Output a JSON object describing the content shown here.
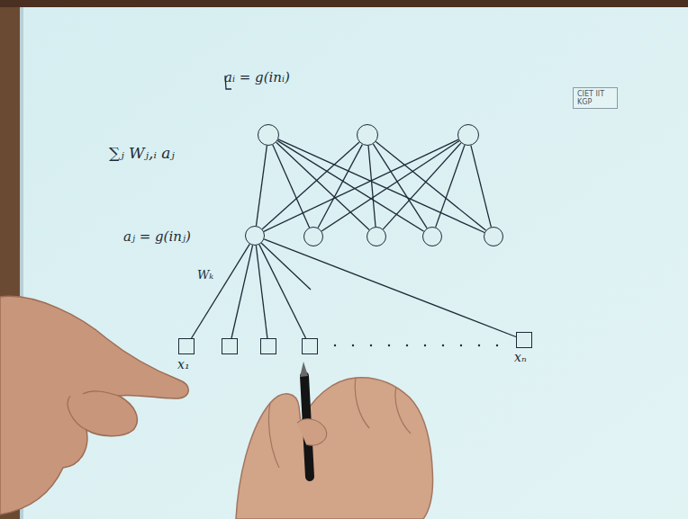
{
  "diagram": {
    "nodes": [
      {
        "text": [
          "CIET IIT KGP"
        ]
      },
      {
        "text": [
          "aᵢ = g(inᵢ)"
        ]
      },
      {
        "text": []
      },
      {
        "text": []
      },
      {
        "text": [
          "aⱼ = g(inⱼ)"
        ]
      },
      {
        "text": []
      },
      {
        "text": []
      },
      {
        "text": []
      },
      {
        "text": []
      },
      {
        "text": [
          "x₁"
        ]
      },
      {
        "text": []
      },
      {
        "text": []
      },
      {
        "text": []
      },
      {
        "text": [
          "xₙ"
        ]
      }
    ],
    "edges": [
      {
        "from": 4,
        "to": 1,
        "arrow": "none"
      },
      {
        "from": 4,
        "to": 2,
        "arrow": "none"
      },
      {
        "from": 4,
        "to": 3,
        "arrow": "none"
      },
      {
        "from": 5,
        "to": 1,
        "arrow": "none"
      },
      {
        "from": 5,
        "to": 2,
        "arrow": "none"
      },
      {
        "from": 5,
        "to": 3,
        "arrow": "none"
      },
      {
        "from": 6,
        "to": 1,
        "arrow": "none"
      },
      {
        "from": 6,
        "to": 2,
        "arrow": "none"
      },
      {
        "from": 6,
        "to": 3,
        "arrow": "none"
      },
      {
        "from": 7,
        "to": 1,
        "arrow": "none"
      },
      {
        "from": 7,
        "to": 2,
        "arrow": "none"
      },
      {
        "from": 7,
        "to": 3,
        "arrow": "none"
      },
      {
        "from": 8,
        "to": 1,
        "arrow": "none"
      },
      {
        "from": 8,
        "to": 2,
        "arrow": "none"
      },
      {
        "from": 8,
        "to": 3,
        "arrow": "none"
      },
      {
        "from": 9,
        "to": 4,
        "arrow": "none"
      },
      {
        "from": 10,
        "to": 4,
        "arrow": "none"
      },
      {
        "from": 11,
        "to": 4,
        "arrow": "none"
      },
      {
        "from": 12,
        "to": 4,
        "arrow": "none"
      },
      {
        "from": 13,
        "to": 4,
        "arrow": "none"
      }
    ],
    "labels": [
      "∑ⱼ Wⱼ,ᵢ aⱼ",
      "Wₖ"
    ]
  }
}
